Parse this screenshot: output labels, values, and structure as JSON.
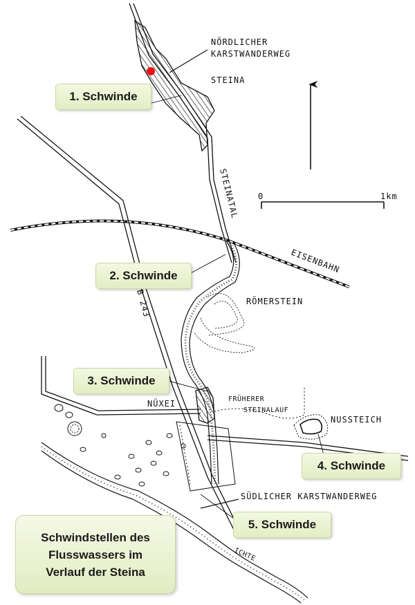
{
  "labels": {
    "north_trail_line1": "NÖRDLICHER",
    "north_trail_line2": "KARSTWANDERWEG",
    "steina": "STEINA",
    "steinatal": "STEINATAL",
    "scale_zero": "0",
    "scale_one": "1km",
    "eisenbahn": "EISENBAHN",
    "b243": "B 243",
    "roemerstein": "RÖMERSTEIN",
    "nuexei": "NÜXEI",
    "frueherer_line1": "FRÜHERER",
    "frueherer_line2": "STEINALAUF",
    "nussteich": "NUSSTEICH",
    "south_trail": "SÜDLICHER KARSTWANDERWEG",
    "ichte": "ICHTE"
  },
  "callouts": {
    "s1": "1. Schwinde",
    "s2": "2. Schwinde",
    "s3": "3. Schwinde",
    "s4": "4. Schwinde",
    "s5": "5. Schwinde"
  },
  "legend": {
    "line1": "Schwindstellen des",
    "line2": "Flusswassers im",
    "line3": "Verlauf der Steina"
  },
  "colors": {
    "marker": "#ee1111",
    "callout_bg": "#e8f0cc",
    "ink": "#111111"
  }
}
